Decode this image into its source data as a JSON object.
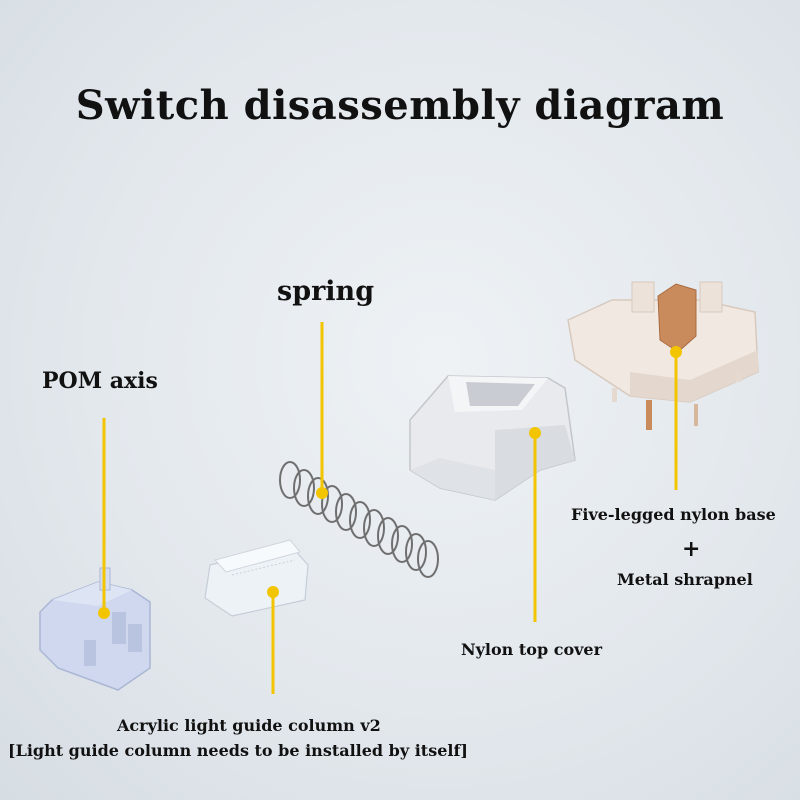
{
  "title": "Switch disassembly diagram",
  "labels": {
    "spring": "spring",
    "pom_axis": "POM axis",
    "base": "Five-legged nylon base",
    "plus": "+",
    "shrapnel": "Metal shrapnel",
    "top_cover": "Nylon top cover",
    "light_guide": "Acrylic light guide column v2",
    "light_guide_note": "[Light guide column needs to be installed by itself]"
  },
  "colors": {
    "leader": "#f2c500",
    "background": "#e3e8ed",
    "stem": "#c9d3ea",
    "housing": "#e9ebee",
    "base": "#efe6df",
    "copper": "#c98a5c"
  }
}
